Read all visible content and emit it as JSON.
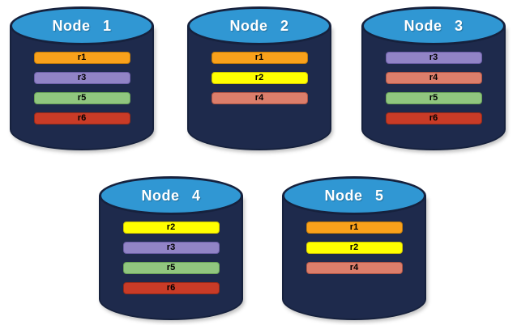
{
  "diagram": {
    "description": "Five database node cylinders showing replica placement",
    "nodes": [
      {
        "label": "Node 1",
        "replicas": [
          "r1",
          "r3",
          "r5",
          "r6"
        ]
      },
      {
        "label": "Node 2",
        "replicas": [
          "r1",
          "r2",
          "r4"
        ]
      },
      {
        "label": "Node 3",
        "replicas": [
          "r3",
          "r4",
          "r5",
          "r6"
        ]
      },
      {
        "label": "Node 4",
        "replicas": [
          "r2",
          "r3",
          "r5",
          "r6"
        ]
      },
      {
        "label": "Node 5",
        "replicas": [
          "r1",
          "r2",
          "r4"
        ]
      }
    ]
  },
  "colors": {
    "background": "#FFFFFF",
    "cylinder_body": "#1E2A4C",
    "cylinder_outline": "#16213D",
    "cylinder_top": "#3097D3",
    "node_label_text": "#FFFFFF",
    "replica_label_text": "#000000",
    "replicas": {
      "r1": {
        "fill": "#F9A11B",
        "border": "#C27C0A"
      },
      "r2": {
        "fill": "#FFFF00",
        "border": "#CFC400"
      },
      "r3": {
        "fill": "#9184C6",
        "border": "#6D5FA8"
      },
      "r4": {
        "fill": "#DC7E6B",
        "border": "#B05545"
      },
      "r5": {
        "fill": "#90C67F",
        "border": "#69A257"
      },
      "r6": {
        "fill": "#C93B27",
        "border": "#962A19"
      }
    }
  }
}
